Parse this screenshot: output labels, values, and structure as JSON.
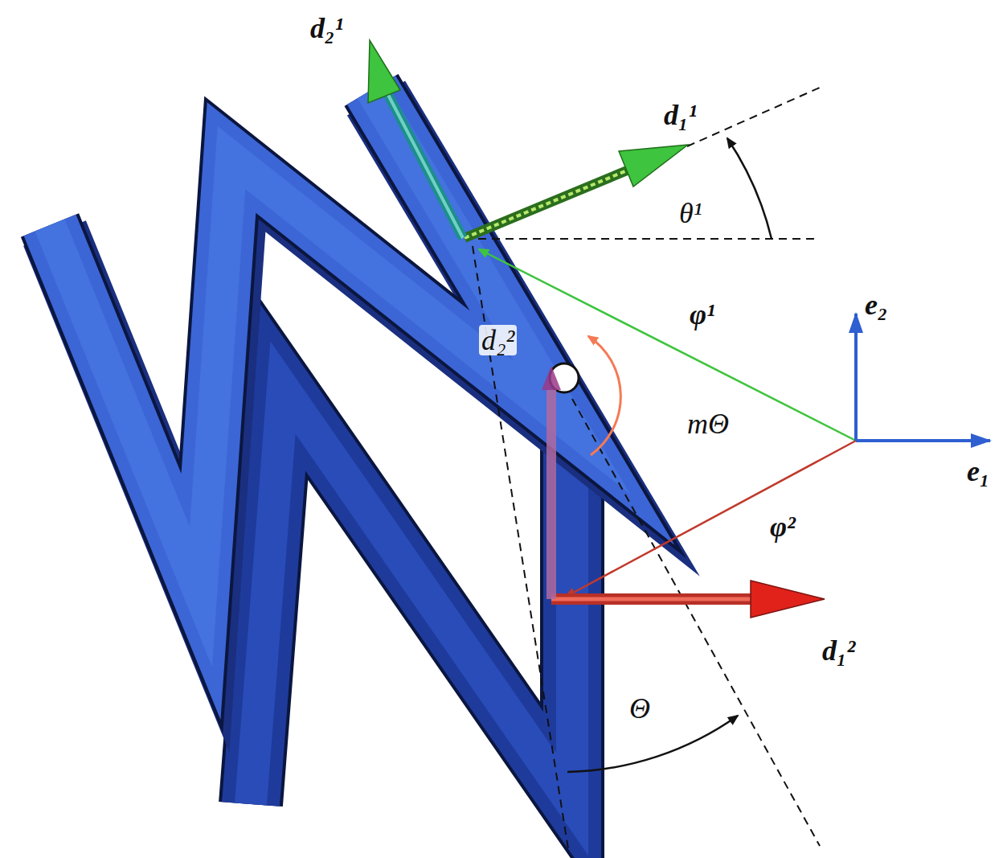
{
  "diagram": {
    "labels": [
      "d₂¹",
      "d₁¹",
      "θ¹",
      "φ¹",
      "e₂",
      "d₂²",
      "mΘ",
      "e₁",
      "φ²",
      "d₁²",
      "Θ"
    ]
  }
}
